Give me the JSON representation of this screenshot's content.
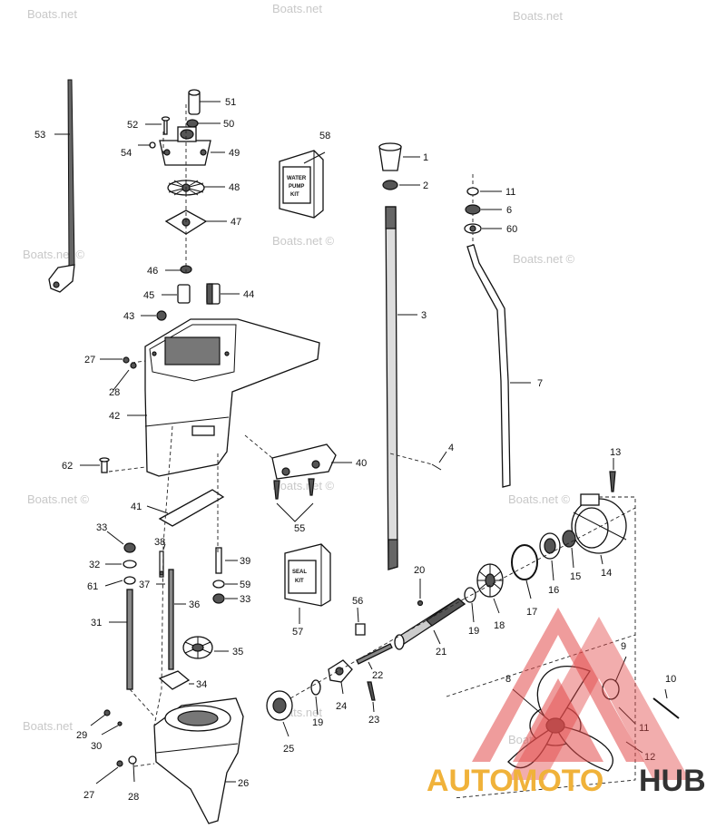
{
  "watermarks": [
    "Boats.net",
    "Boats.net",
    "Boats.net",
    "Boats.net ©",
    "Boats.net ©",
    "Boats.net ©",
    "Boats.net ©",
    "Boats.net ©",
    "Boats.net ©",
    "Boats.net",
    "Boats.net",
    "Boats.net"
  ],
  "part_labels": [
    "1",
    "2",
    "3",
    "4",
    "6",
    "7",
    "8",
    "9",
    "10",
    "11",
    "11",
    "12",
    "13",
    "14",
    "15",
    "16",
    "17",
    "18",
    "19",
    "19",
    "20",
    "21",
    "22",
    "23",
    "24",
    "25",
    "26",
    "27",
    "27",
    "28",
    "28",
    "29",
    "30",
    "31",
    "32",
    "33",
    "33",
    "34",
    "35",
    "36",
    "37",
    "38",
    "39",
    "40",
    "41",
    "42",
    "43",
    "44",
    "45",
    "46",
    "47",
    "48",
    "49",
    "50",
    "51",
    "52",
    "53",
    "54",
    "55",
    "56",
    "57",
    "58",
    "59",
    "60",
    "61",
    "62"
  ],
  "kit_boxes": {
    "water_pump_kit": [
      "WATER",
      "PUMP",
      "KIT"
    ],
    "seal_kit": [
      "SEAL",
      "KIT"
    ]
  },
  "logo": {
    "auto": "AUTO",
    "moto": "MOTO",
    "hub": "HUB",
    "colors": {
      "triangle": "#e24a4a",
      "auto": "#f0b23a",
      "hub": "#333333"
    }
  }
}
